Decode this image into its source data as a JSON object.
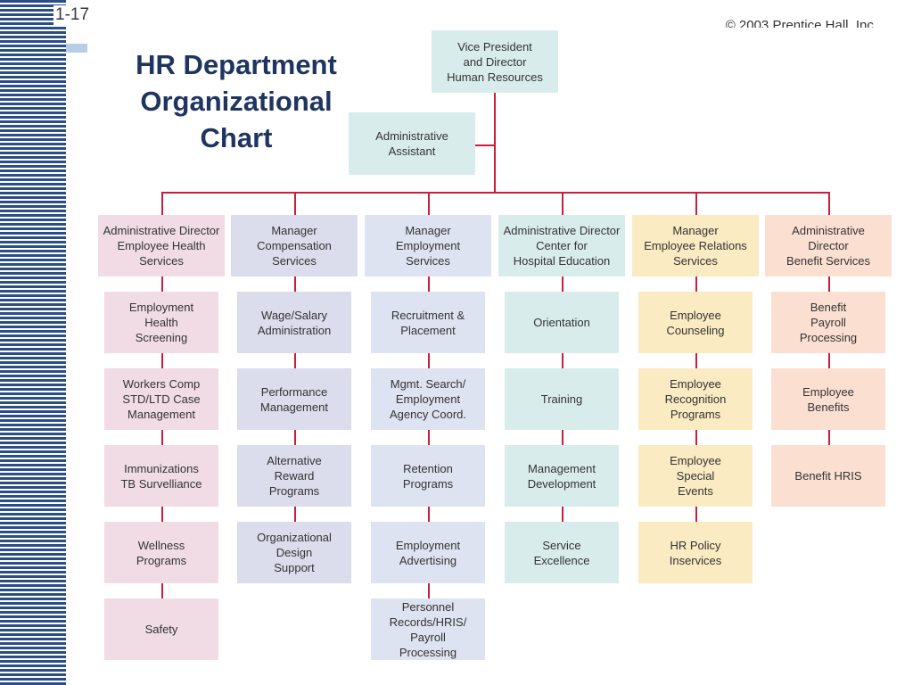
{
  "header": {
    "slide_number": "1-17",
    "copyright": "© 2003 Prentice Hall, Inc."
  },
  "title": "HR Department\nOrganizational\nChart",
  "colors": {
    "connector": "#cc1d3a",
    "stripe": "#2c4e86",
    "title": "#1f3560"
  },
  "org": {
    "vp": "Vice President\nand Director\nHuman Resources",
    "assistant": "Administrative\nAssistant",
    "columns": [
      {
        "head": "Administrative Director\nEmployee Health\nServices",
        "items": [
          "Employment\nHealth\nScreening",
          "Workers Comp\nSTD/LTD Case\nManagement",
          "Immunizations\nTB Survelliance",
          "Wellness\nPrograms",
          "Safety"
        ]
      },
      {
        "head": "Manager\nCompensation\nServices",
        "items": [
          "Wage/Salary\nAdministration",
          "Performance\nManagement",
          "Alternative\nReward\nPrograms",
          "Organizational\nDesign\nSupport"
        ]
      },
      {
        "head": "Manager\nEmployment\nServices",
        "items": [
          "Recruitment &\nPlacement\n",
          "Mgmt. Search/\nEmployment\nAgency Coord.",
          "Retention\nPrograms\n",
          "Employment\nAdvertising\n",
          "Personnel\nRecords/HRIS/\nPayroll\nProcessing"
        ]
      },
      {
        "head": "Administrative Director\nCenter for\nHospital Education",
        "items": [
          "Orientation",
          "Training",
          "Management\nDevelopment",
          "Service\nExcellence"
        ]
      },
      {
        "head": "Manager\nEmployee Relations\nServices",
        "items": [
          "Employee\nCounseling",
          "Employee\nRecognition\nPrograms",
          "Employee\nSpecial\nEvents",
          "HR Policy\nInservices"
        ]
      },
      {
        "head": "Administrative\nDirector\nBenefit Services",
        "items": [
          "Benefit\nPayroll\nProcessing",
          "Employee\nBenefits",
          "Benefit HRIS"
        ]
      }
    ]
  }
}
